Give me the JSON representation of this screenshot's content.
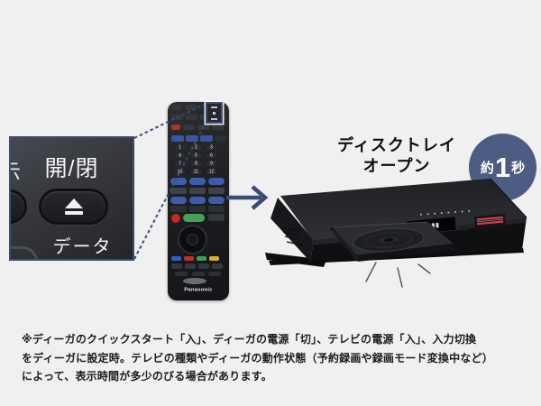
{
  "colors": {
    "background": "#f0f0f1",
    "accent_navy": "#3d4c74",
    "badge_fill": "#4d5c82",
    "stripe_red": "#cf4046"
  },
  "callout": {
    "partial_label": "示",
    "open_close_label": "開/閉",
    "data_label": "データ",
    "eject_icon": "eject-icon"
  },
  "remote": {
    "brand": "Panasonic",
    "keypad_numbers": [
      "1",
      "2",
      "3",
      "4",
      "5",
      "6",
      "7",
      "8",
      "9",
      "10",
      "11",
      "12"
    ]
  },
  "headline": {
    "line1": "ディスクトレイ",
    "line2": "オープン"
  },
  "badge": {
    "prefix": "約",
    "number": "1",
    "suffix": "秒"
  },
  "footnote": "※ディーガのクイックスタート「入」、ディーガの電源「切」、テレビの電源「入」、入力切換\nをディーガに設定時。テレビの種類やディーガの動作状態（予約録画や録画モード変換中など）\nによって、表示時間が多少のびる場合があります。"
}
